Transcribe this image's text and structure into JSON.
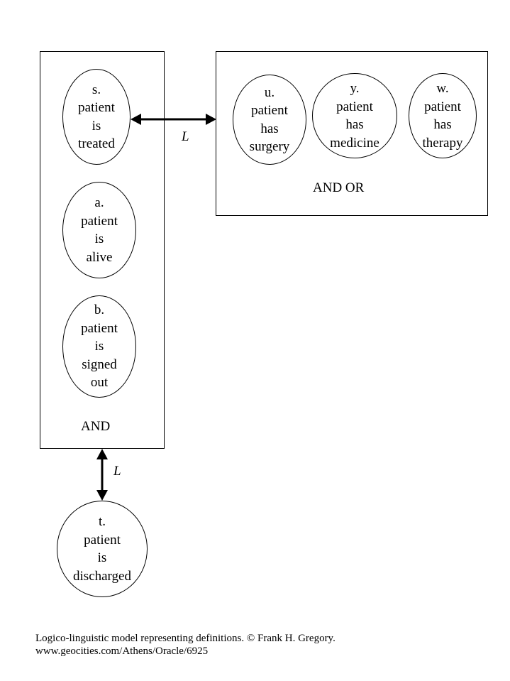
{
  "left_group": {
    "operator": "AND",
    "nodes": [
      {
        "id": "s",
        "lines": [
          "s.",
          "patient",
          "is",
          "treated"
        ]
      },
      {
        "id": "a",
        "lines": [
          "a.",
          "patient",
          "is",
          "alive"
        ]
      },
      {
        "id": "b",
        "lines": [
          "b.",
          "patient",
          "is",
          "signed",
          "out"
        ]
      }
    ]
  },
  "right_group": {
    "operator": "AND OR",
    "nodes": [
      {
        "id": "u",
        "lines": [
          "u.",
          "patient",
          "has",
          "surgery"
        ]
      },
      {
        "id": "y",
        "lines": [
          "y.",
          "patient",
          "has",
          "medicine"
        ]
      },
      {
        "id": "w",
        "lines": [
          "w.",
          "patient",
          "has",
          "therapy"
        ]
      }
    ]
  },
  "bottom_node": {
    "id": "t",
    "lines": [
      "t.",
      "patient",
      "is",
      "discharged"
    ]
  },
  "links": {
    "horizontal_label": "L",
    "vertical_label": "L"
  },
  "caption": {
    "line1": "Logico-linguistic model representing definitions. © Frank H. Gregory.",
    "line2": "www.geocities.com/Athens/Oracle/6925"
  }
}
